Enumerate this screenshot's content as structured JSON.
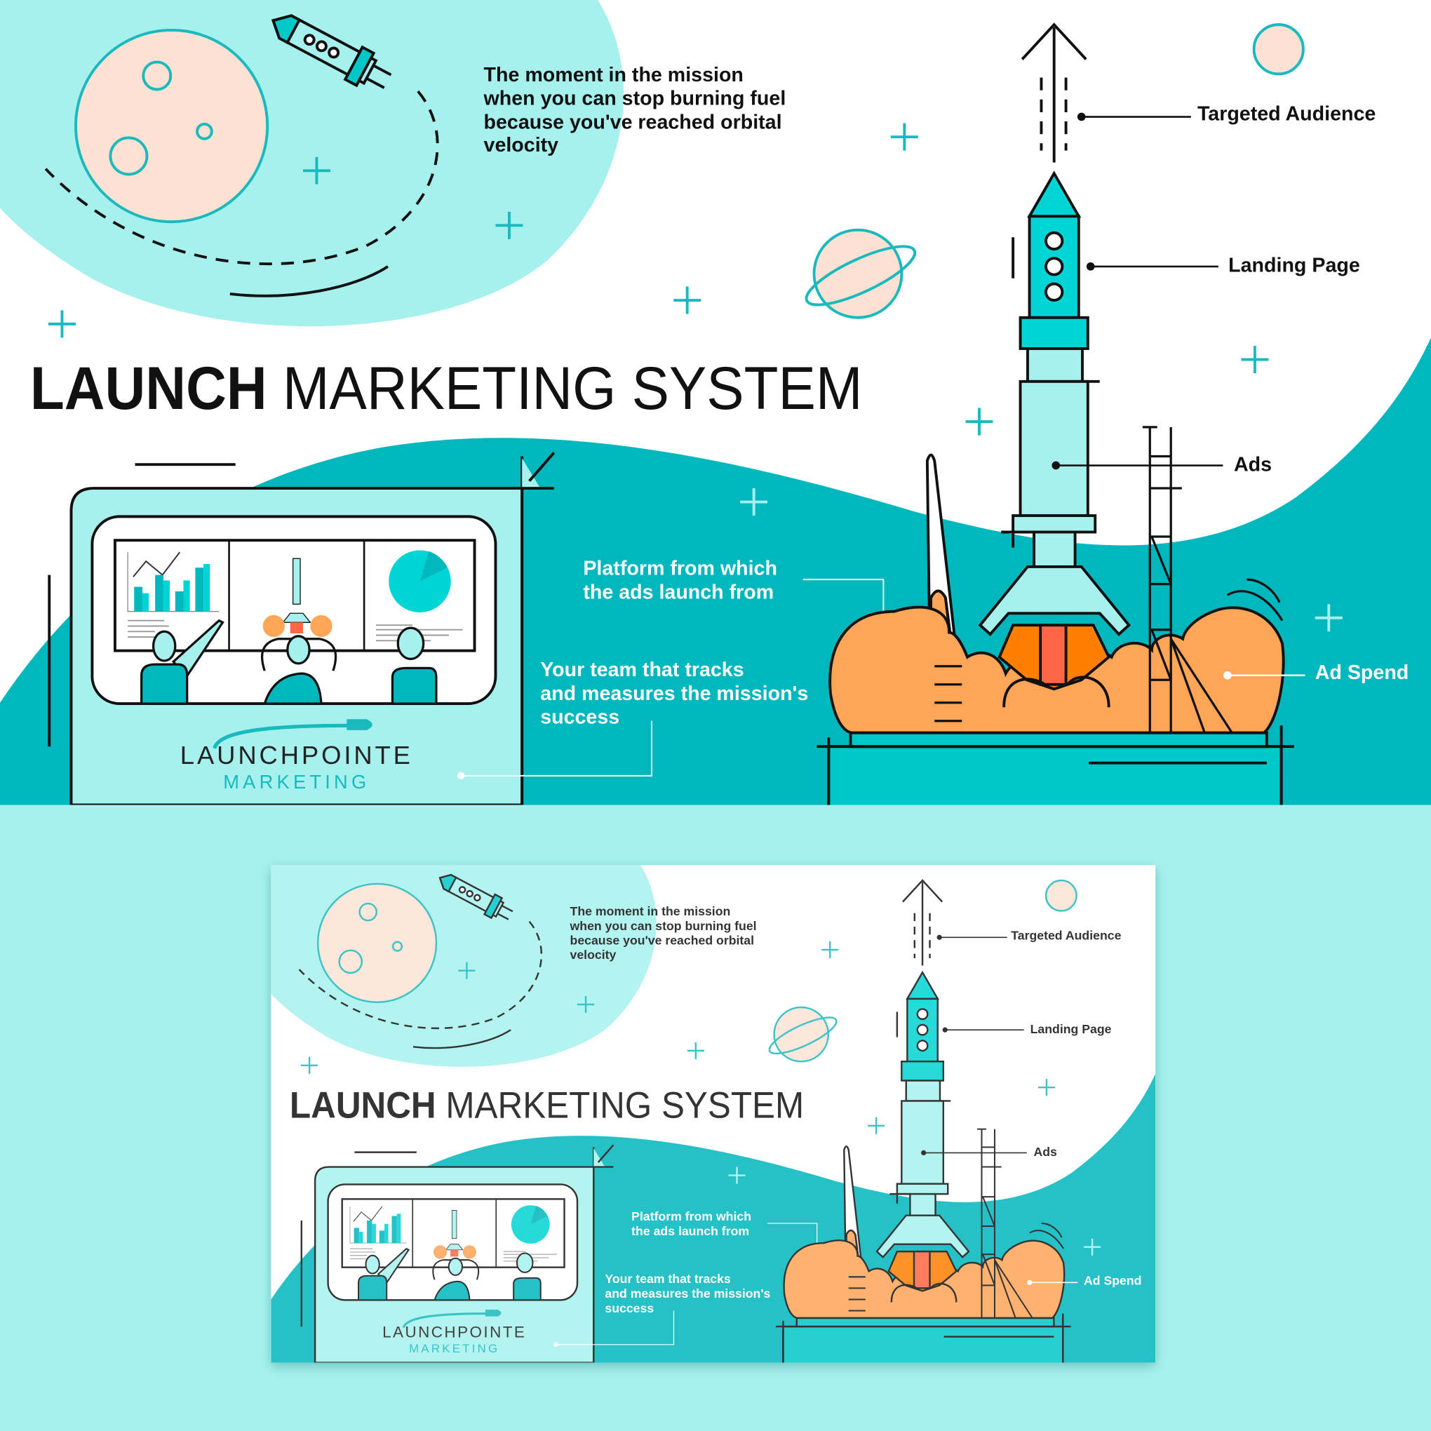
{
  "title": {
    "bold": "LAUNCH",
    "regular": "MARKETING SYSTEM"
  },
  "mission_text": [
    "The moment in the mission",
    "when you can stop burning fuel",
    "because you've reached orbital",
    "velocity"
  ],
  "labels": {
    "targeted_audience": "Targeted Audience",
    "landing_page": "Landing Page",
    "ads": "Ads",
    "ad_spend": "Ad Spend",
    "platform": [
      "Platform from which",
      "the ads launch from"
    ],
    "team": [
      "Your team that tracks",
      "and measures the mission's",
      "success"
    ]
  },
  "logo": {
    "line1": "LAUNCHPOINTE",
    "line2": "MARKETING"
  },
  "colors": {
    "teal": "#00b7bd",
    "light_cyan": "#a6f1ee",
    "peach": "#fde2d4",
    "orange": "#ffa557",
    "flame": "#ff7f00",
    "flame_core": "#ff6644",
    "rocket_nose": "#00d4d4"
  }
}
